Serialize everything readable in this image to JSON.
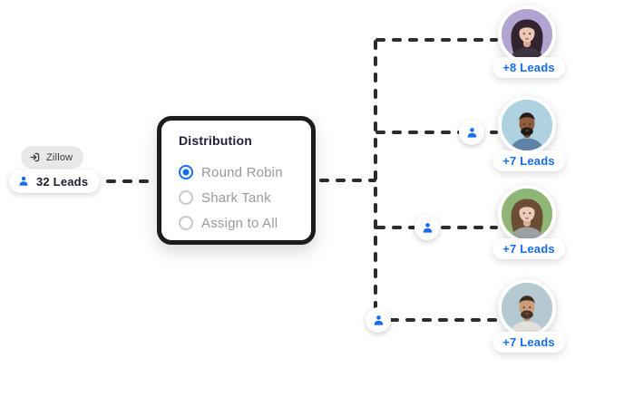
{
  "colors": {
    "accent_blue": "#176cf2",
    "dash": "#2c2c2c",
    "card_border": "#1c1c1c",
    "muted_option_text": "#9b9b9b",
    "dark_text": "#20203a",
    "gray_pill_bg": "#e9e9e9"
  },
  "source": {
    "provider_label": "Zillow",
    "provider_icon": "sign-in-icon",
    "leads_label": "32 Leads",
    "leads_icon": "person-icon"
  },
  "distribution_card": {
    "title": "Distribution",
    "options": [
      {
        "label": "Round Robin",
        "selected": true
      },
      {
        "label": "Shark Tank",
        "selected": false
      },
      {
        "label": "Assign to All",
        "selected": false
      }
    ]
  },
  "assignment_nodes": [
    {
      "icon": "person-icon"
    },
    {
      "icon": "person-icon"
    },
    {
      "icon": "person-icon"
    }
  ],
  "agents": [
    {
      "badge_label": "+8 Leads",
      "avatar": {
        "description": "woman with long dark hair, lavender background",
        "style": "long-hair",
        "bg": "#b2a4d0",
        "hair": "#33232f",
        "skin": "#ecc6b5",
        "skin_shadow": "#d9a893",
        "shirt": "#3a3540",
        "mouth": "#b0685f"
      }
    },
    {
      "badge_label": "+7 Leads",
      "avatar": {
        "description": "man with short black hair and beard, light blue background",
        "style": "man-beard",
        "bg": "#aed2e0",
        "hair": "#241d19",
        "skin": "#8f5c3c",
        "skin_shadow": "#7a4c30",
        "shirt": "#5f83a6",
        "beard": "#1f1915",
        "mouth": "#6b4030"
      }
    },
    {
      "badge_label": "+7 Leads",
      "avatar": {
        "description": "woman with wavy brown hair, green background",
        "style": "long-hair",
        "bg": "#90b677",
        "hair": "#6b4d33",
        "skin": "#eccab8",
        "skin_shadow": "#d8ab96",
        "shirt": "#9ba0a2",
        "mouth": "#b5766d"
      }
    },
    {
      "badge_label": "+7 Leads",
      "avatar": {
        "description": "man with dark hair and short beard, gray-blue background",
        "style": "man-beard",
        "bg": "#b4c9d1",
        "hair": "#3a2b20",
        "skin": "#cb9d79",
        "skin_shadow": "#b9895f",
        "shirt": "#e2e0da",
        "beard": "#47352a",
        "mouth": "#8a5a43"
      }
    }
  ]
}
